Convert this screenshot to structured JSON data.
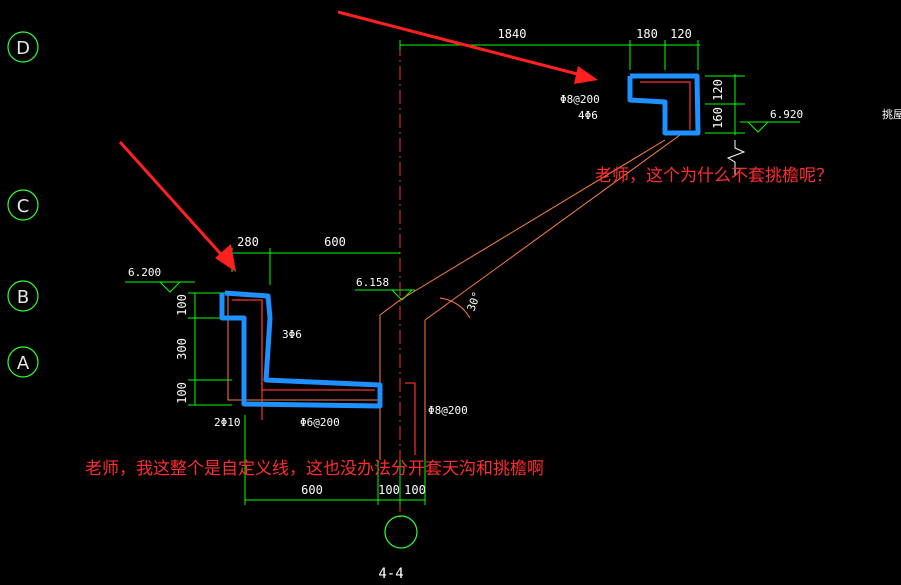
{
  "colors": {
    "background": "#000000",
    "dimension_line": "#00ff00",
    "concrete_outline": "#ff7f3f",
    "rebar": "#ff3030",
    "highlight": "#1e90ff",
    "annotation_text": "#ff2d2d",
    "arrow": "#ff2020",
    "grid_circle": "#33ff33"
  },
  "grid_axes": [
    "D",
    "C",
    "B",
    "A"
  ],
  "dimensions": {
    "top_1840": "1840",
    "top_180": "180",
    "top_120": "120",
    "right_120": "120",
    "right_160": "160",
    "left_280": "280",
    "left_600": "600",
    "vert_100_top": "100",
    "vert_300": "300",
    "vert_100_bottom": "100",
    "bottom_600": "600",
    "bottom_100a": "100",
    "bottom_100b": "100"
  },
  "elevations": {
    "left": "6.200",
    "mid": "6.158",
    "right": "6.920"
  },
  "rebar_labels": {
    "top_stirrup": "Φ8@200",
    "top_long": "4Φ6",
    "left_long": "3Φ6",
    "left_bottom": "2Φ10",
    "left_stirrup": "Φ6@200",
    "mid_stirrup": "Φ8@200"
  },
  "angle_label": "30°",
  "right_edge_label": "挑屋",
  "section_title": "4-4",
  "notes": {
    "top_question": "老师，这个为什么不套挑檐呢？",
    "bottom_note": "老师，我这整个是自定义线，这也没办法分开套天沟和挑檐啊"
  }
}
